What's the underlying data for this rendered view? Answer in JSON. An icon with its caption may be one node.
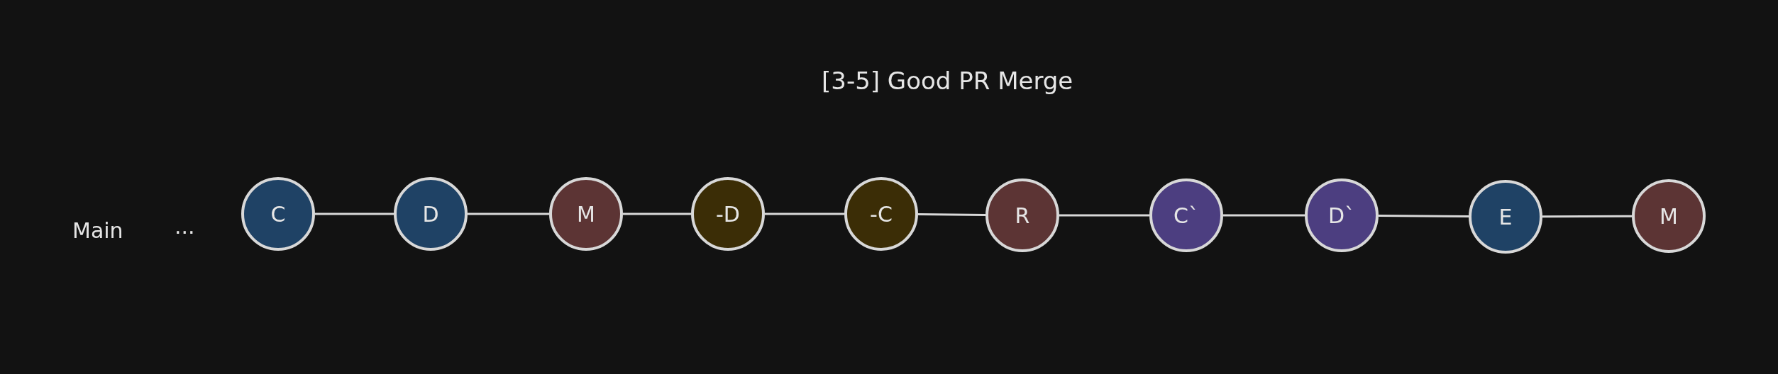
{
  "diagram": {
    "title": "[3-5] Good PR Merge",
    "nodes": [
      {
        "text": [
          "C"
        ]
      },
      {
        "text": [
          "D"
        ]
      },
      {
        "text": [
          "M"
        ]
      },
      {
        "text": [
          "-D"
        ]
      },
      {
        "text": [
          "-C"
        ]
      },
      {
        "text": [
          "R"
        ]
      },
      {
        "text": [
          "C`"
        ]
      },
      {
        "text": [
          "D`"
        ]
      },
      {
        "text": [
          "E"
        ]
      },
      {
        "text": [
          "M"
        ]
      }
    ],
    "edges": [
      {
        "from": 0,
        "to": 1,
        "arrow": "none"
      },
      {
        "from": 1,
        "to": 2,
        "arrow": "none"
      },
      {
        "from": 2,
        "to": 3,
        "arrow": "none"
      },
      {
        "from": 3,
        "to": 4,
        "arrow": "none"
      },
      {
        "from": 4,
        "to": 5,
        "arrow": "none"
      },
      {
        "from": 5,
        "to": 6,
        "arrow": "none"
      },
      {
        "from": 6,
        "to": 7,
        "arrow": "none"
      },
      {
        "from": 7,
        "to": 8,
        "arrow": "none"
      },
      {
        "from": 8,
        "to": 9,
        "arrow": "none"
      }
    ],
    "labels": [
      "Main",
      "..."
    ]
  }
}
